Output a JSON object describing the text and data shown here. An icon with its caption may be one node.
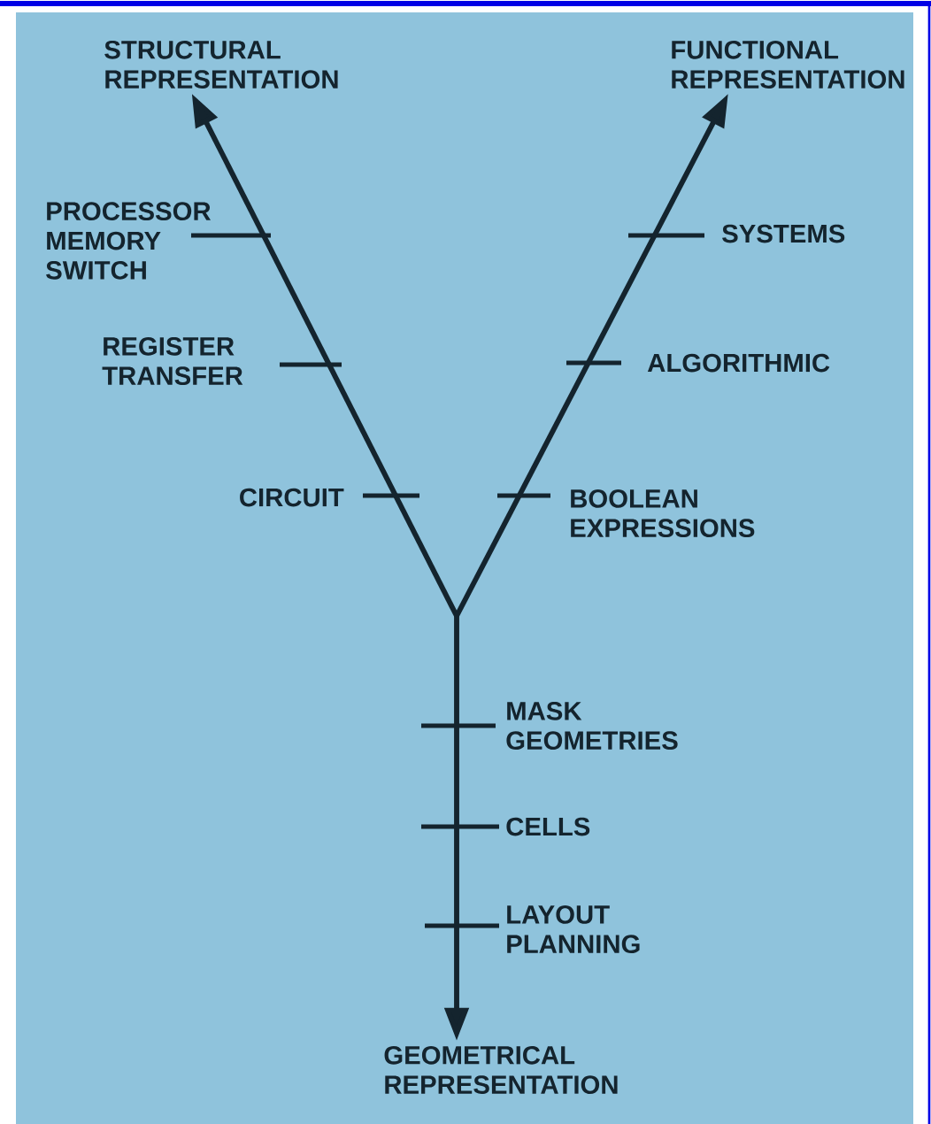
{
  "diagram": {
    "nodes": [
      {
        "text": [
          "STRUCTURAL REPRESENTATION"
        ]
      },
      {
        "text": [
          "FUNCTIONAL REPRESENTATION"
        ]
      },
      {
        "text": [
          "GEOMETRICAL REPRESENTATION"
        ]
      }
    ],
    "edges": [
      {
        "from": null,
        "to": 0,
        "arrow": "to"
      },
      {
        "from": null,
        "to": 1,
        "arrow": "to"
      },
      {
        "from": null,
        "to": 2,
        "arrow": "to"
      }
    ],
    "labels": [
      "PROCESSOR MEMORY SWITCH",
      "REGISTER TRANSFER",
      "CIRCUIT",
      "SYSTEMS",
      "ALGORITHMIC",
      "BOOLEAN EXPRESSIONS",
      "MASK GEOMETRIES",
      "CELLS",
      "LAYOUT PLANNING"
    ]
  }
}
